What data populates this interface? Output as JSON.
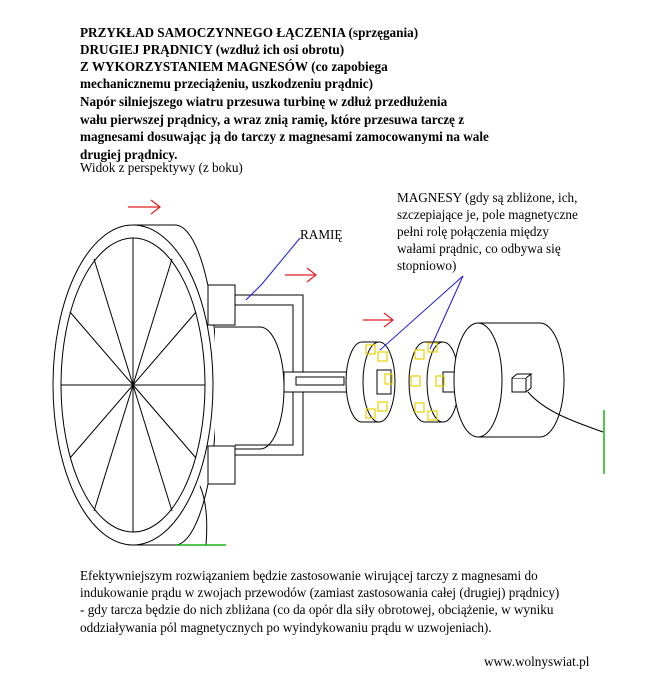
{
  "title_lines": [
    "PRZYKŁAD SAMOCZYNNEGO ŁĄCZENIA (sprzęgania)",
    "DRUGIEJ PRĄDNICY (wzdłuż ich osi obrotu)",
    "Z WYKORZYSTANIEM MAGNESÓW (co zapobiega",
    "mechanicznemu przeciążeniu, uszkodzeniu prądnic)"
  ],
  "intro_lines": [
    "Napór silniejszego wiatru przesuwa turbinę w zdłuż przedłużenia",
    "wału pierwszej prądnicy, a wraz znią ramię, które przesuwa tarczę z",
    "magnesami dosuwając ją do tarczy z magnesami zamocowanymi na wale",
    "drugiej prądnicy."
  ],
  "view_label": "Widok z perspektywy (z boku)",
  "labels": {
    "ramie": "RAMIĘ",
    "magnesy_lines": [
      "MAGNESY (gdy są zbliżone, ich,",
      "szczepiające je, pole magnetyczne",
      "pełni rolę połączenia między",
      "wałami prądnic, co odbywa się",
      "stopniowo)"
    ]
  },
  "bottom_lines": [
    "Efektywniejszym rozwiązaniem będzie zastosowanie wirującej tarczy z magnesami do",
    "indukowanie prądu w zwojach przewodów (zamiast zastosowania całej (drugiej) prądnicy)",
    "- gdy tarcza będzie do nich zbliżana (co da opór dla siły obrotowej, obciążenie, w wyniku",
    "oddziaływania pól magnetycznych po wyindykowaniu prądu w uzwojeniach)."
  ],
  "website": "www.wolnyswiat.pl",
  "colors": {
    "arrow": "#e02020",
    "pointer": "#1a1adf",
    "magnet": "#e8d200",
    "ground": "#19b219",
    "line": "#000000"
  }
}
